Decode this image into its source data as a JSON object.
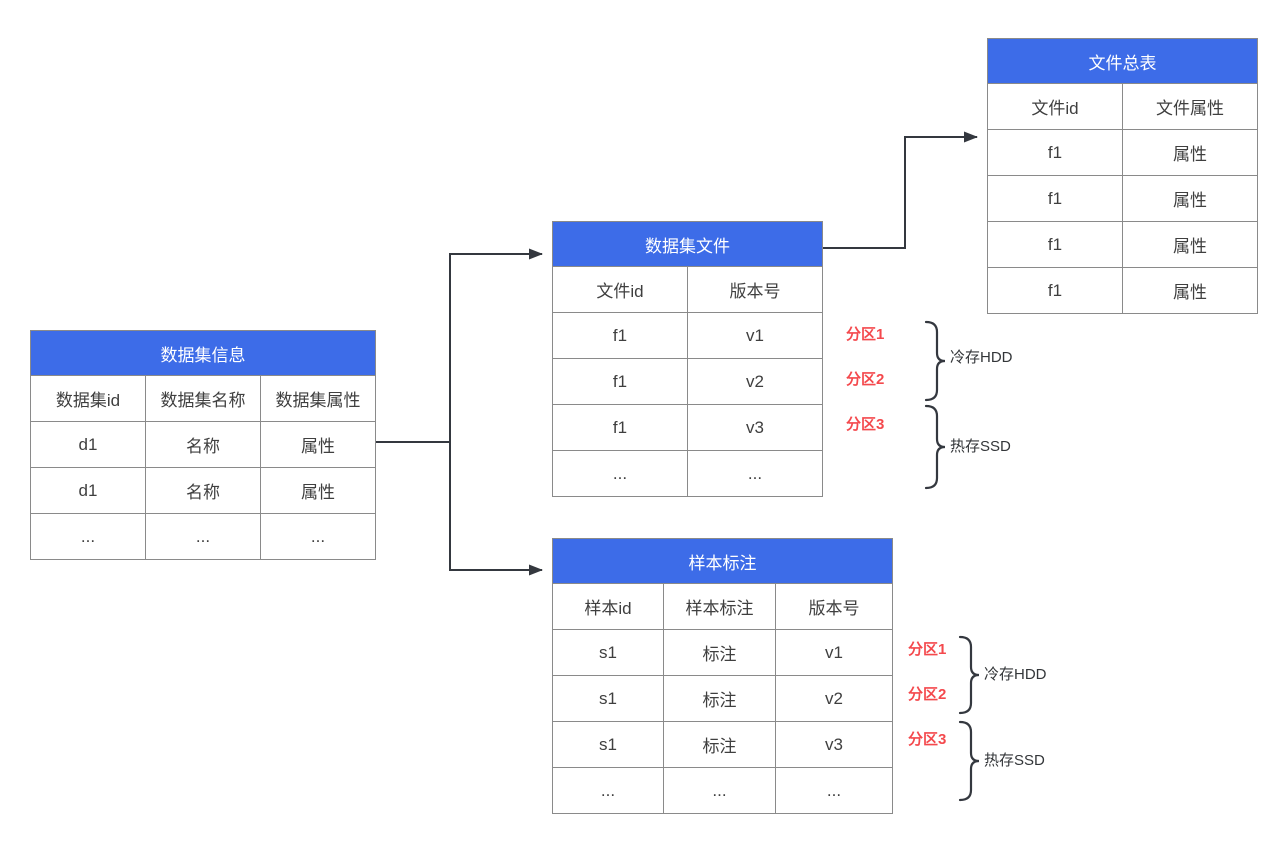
{
  "colors": {
    "header_bg": "#3d6ce8",
    "header_text": "#ffffff",
    "border": "#8a8a8a",
    "text": "#3f3f3f",
    "line": "#34383f",
    "partition_red": "#f4494d"
  },
  "tables": {
    "dataset_info": {
      "title": "数据集信息",
      "columns": [
        "数据集id",
        "数据集名称",
        "数据集属性"
      ],
      "rows": [
        [
          "d1",
          "名称",
          "属性"
        ],
        [
          "d1",
          "名称",
          "属性"
        ],
        [
          "...",
          "...",
          "..."
        ]
      ]
    },
    "dataset_files": {
      "title": "数据集文件",
      "columns": [
        "文件id",
        "版本号"
      ],
      "rows": [
        [
          "f1",
          "v1"
        ],
        [
          "f1",
          "v2"
        ],
        [
          "f1",
          "v3"
        ],
        [
          "...",
          "..."
        ]
      ]
    },
    "file_master": {
      "title": "文件总表",
      "columns": [
        "文件id",
        "文件属性"
      ],
      "rows": [
        [
          "f1",
          "属性"
        ],
        [
          "f1",
          "属性"
        ],
        [
          "f1",
          "属性"
        ],
        [
          "f1",
          "属性"
        ]
      ]
    },
    "sample_annotation": {
      "title": "样本标注",
      "columns": [
        "样本id",
        "样本标注",
        "版本号"
      ],
      "rows": [
        [
          "s1",
          "标注",
          "v1"
        ],
        [
          "s1",
          "标注",
          "v2"
        ],
        [
          "s1",
          "标注",
          "v3"
        ],
        [
          "...",
          "...",
          "..."
        ]
      ]
    }
  },
  "annotations": {
    "files": {
      "partitions": [
        "分区1",
        "分区2",
        "分区3"
      ],
      "cold": "冷存HDD",
      "hot": "热存SSD"
    },
    "samples": {
      "partitions": [
        "分区1",
        "分区2",
        "分区3"
      ],
      "cold": "冷存HDD",
      "hot": "热存SSD"
    }
  }
}
